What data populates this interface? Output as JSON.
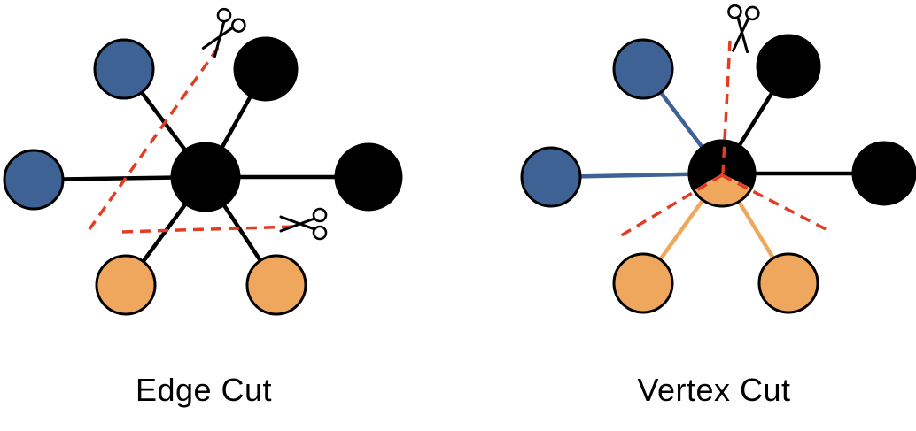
{
  "colors": {
    "node_black": "#000000",
    "node_blue": "#3e6293",
    "node_orange": "#efa75e",
    "edge_black": "#000000",
    "edge_blue": "#3e6293",
    "edge_orange": "#efa75e",
    "cut_red": "#e23c22"
  },
  "diagrams": {
    "edge_cut": {
      "label": "Edge Cut",
      "center_node_color": "black",
      "satellite_node_colors": [
        "blue",
        "black",
        "blue",
        "black",
        "orange",
        "orange"
      ],
      "cut_line_count": 2,
      "scissors_count": 2
    },
    "vertex_cut": {
      "label": "Vertex Cut",
      "center_node_color": "black with orange wedge",
      "satellite_node_colors": [
        "blue",
        "black",
        "blue",
        "black",
        "orange",
        "orange"
      ],
      "cut_line_count": 3,
      "scissors_count": 1
    }
  },
  "icons": {
    "scissors": "scissors-icon"
  }
}
